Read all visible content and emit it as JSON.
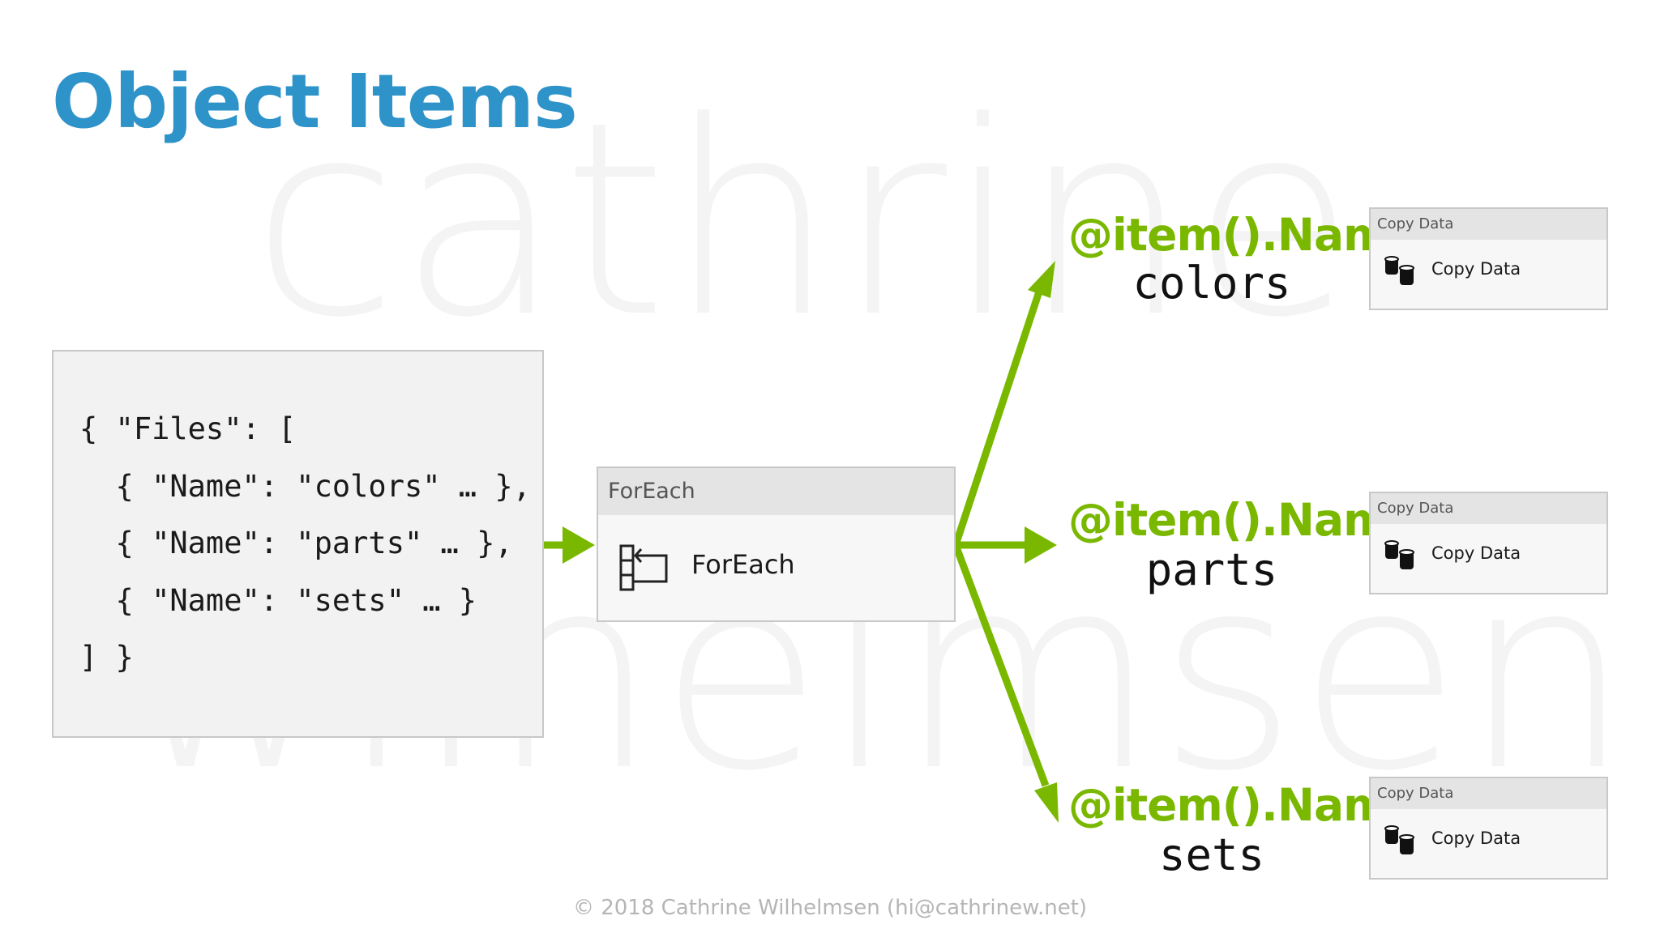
{
  "slide": {
    "title": "Object Items",
    "watermark_line1": "cathrine",
    "watermark_line2": "wilhelmsen",
    "footer": "© 2018 Cathrine Wilhelmsen (hi@cathrinew.net)"
  },
  "json_box": {
    "lines": [
      "{ \"Files\": [",
      "  { \"Name\": \"colors\" … },",
      "  { \"Name\": \"parts\" … },",
      "  { \"Name\": \"sets\" … }",
      "] }"
    ]
  },
  "foreach": {
    "header": "ForEach",
    "label": "ForEach",
    "icon": "foreach-icon"
  },
  "branches": [
    {
      "expression": "@item().Name",
      "value": "colors"
    },
    {
      "expression": "@item().Name",
      "value": "parts"
    },
    {
      "expression": "@item().Name",
      "value": "sets"
    }
  ],
  "copy_activities": [
    {
      "header": "Copy Data",
      "label": "Copy Data",
      "icon": "database-copy-icon"
    },
    {
      "header": "Copy Data",
      "label": "Copy Data",
      "icon": "database-copy-icon"
    },
    {
      "header": "Copy Data",
      "label": "Copy Data",
      "icon": "database-copy-icon"
    }
  ],
  "colors": {
    "title": "#2e93c9",
    "accent_green": "#7ab800",
    "box_fill": "#f2f2f2",
    "header_fill": "#e4e4e4"
  }
}
